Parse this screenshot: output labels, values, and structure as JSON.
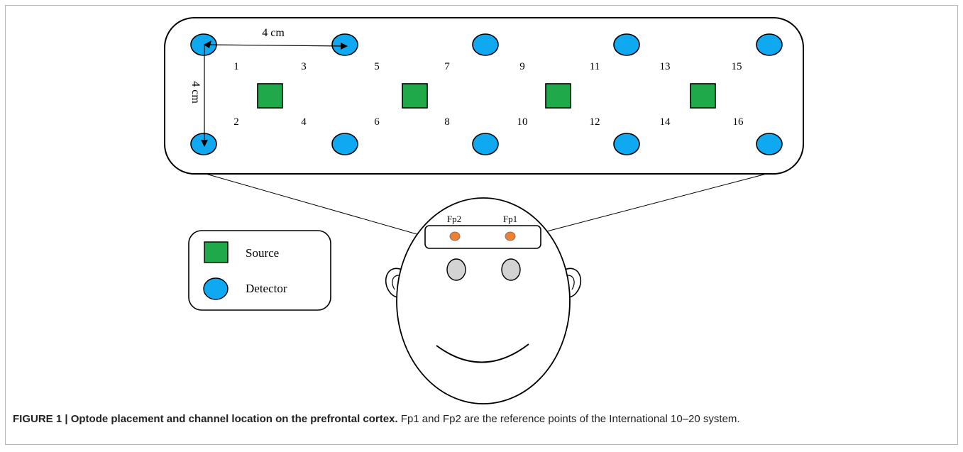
{
  "diagram": {
    "colors": {
      "source": "#20a94a",
      "detector": "#0ea9f0",
      "reference_point": "#f08030",
      "eye": "#d3d3d3"
    },
    "optode_panel": {
      "distance_horizontal": "4 cm",
      "distance_vertical": "4 cm",
      "channels_top": [
        "1",
        "3",
        "5",
        "7",
        "9",
        "11",
        "13",
        "15"
      ],
      "channels_bottom": [
        "2",
        "4",
        "6",
        "8",
        "10",
        "12",
        "14",
        "16"
      ],
      "detector_columns": 5,
      "source_count": 4
    },
    "legend": {
      "source_label": "Source",
      "detector_label": "Detector"
    },
    "head": {
      "fp2_label": "Fp2",
      "fp1_label": "Fp1"
    }
  },
  "caption": {
    "bold": "FIGURE 1 | Optode placement and channel location on the prefrontal cortex.",
    "text": " Fp1 and Fp2 are the reference points of the International 10–20 system."
  }
}
